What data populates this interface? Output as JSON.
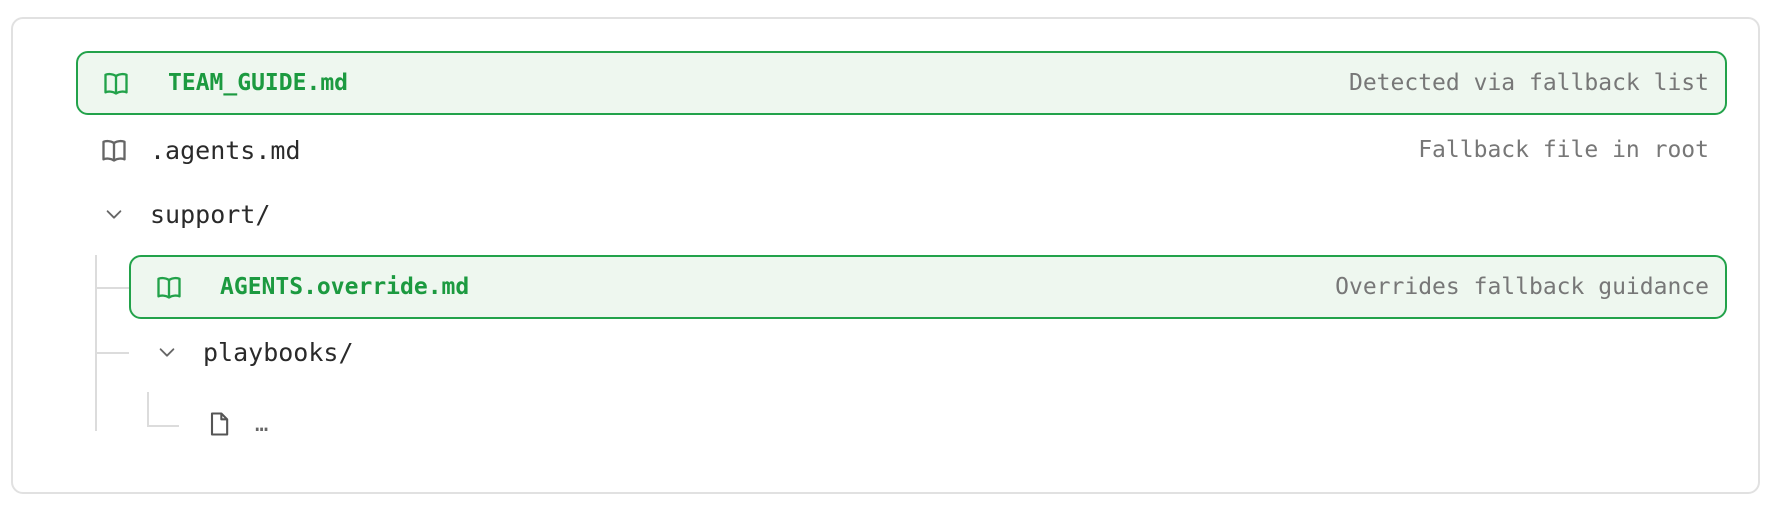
{
  "tree": {
    "items": [
      {
        "name": "TEAM_GUIDE.md",
        "note": "Detected via fallback list",
        "icon": "book-icon",
        "highlighted": true
      },
      {
        "name": ".agents.md",
        "note": "Fallback file in root",
        "icon": "book-icon",
        "highlighted": false
      },
      {
        "name": "support/",
        "icon": "chevron-down-icon",
        "expanded": true
      },
      {
        "name": "AGENTS.override.md",
        "note": "Overrides fallback guidance",
        "icon": "book-icon",
        "highlighted": true
      },
      {
        "name": "playbooks/",
        "icon": "chevron-down-icon",
        "expanded": true
      },
      {
        "name": "…",
        "icon": "file-icon"
      }
    ]
  },
  "colors": {
    "highlight_border": "#22a24a",
    "highlight_bg": "#eef7ef",
    "highlight_text": "#1c9a40",
    "note_text": "#777777"
  }
}
